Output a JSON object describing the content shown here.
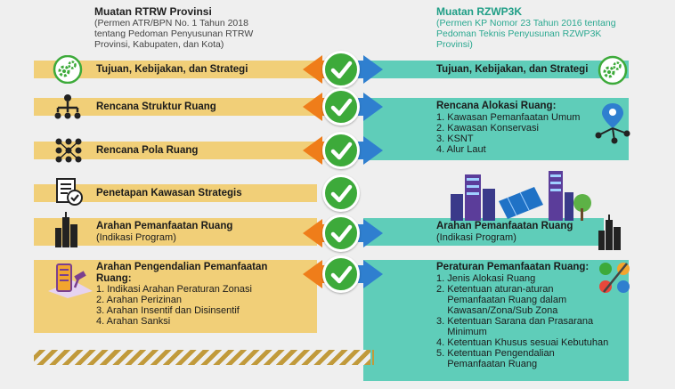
{
  "left_header": {
    "title": "Muatan RTRW Provinsi",
    "sub1": "(Permen ATR/BPN No. 1 Tahun 2018",
    "sub2": "tentang Pedoman Penyusunan RTRW",
    "sub3": "Provinsi, Kabupaten, dan Kota)"
  },
  "right_header": {
    "title": "Muatan RZWP3K",
    "sub1": "(Permen KP Nomor 23 Tahun 2016 tentang",
    "sub2": "Pedoman Teknis Penyusunan RZWP3K",
    "sub3": "Provinsi)"
  },
  "left": {
    "r1": "Tujuan, Kebijakan, dan Strategi",
    "r2": "Rencana Struktur Ruang",
    "r3": "Rencana Pola Ruang",
    "r4": "Penetapan Kawasan Strategis",
    "r5_title": "Arahan Pemanfaatan Ruang",
    "r5_sub": "(Indikasi Program)",
    "r6_title1": "Arahan Pengendalian Pemanfaatan",
    "r6_title2": "Ruang:",
    "r6_items": [
      "1. Indikasi Arahan Peraturan Zonasi",
      "2. Arahan Perizinan",
      "3. Arahan Insentif dan Disinsentif",
      "4. Arahan Sanksi"
    ]
  },
  "right": {
    "r1": "Tujuan, Kebijakan, dan Strategi",
    "r2_title": "Rencana Alokasi Ruang:",
    "r2_items": [
      "1. Kawasan Pemanfaatan Umum",
      "2. Kawasan Konservasi",
      "3. KSNT",
      "4. Alur Laut"
    ],
    "r5_title": "Arahan Pemanfaatan Ruang",
    "r5_sub": "(Indikasi Program)",
    "r6_title": "Peraturan Pemanfaatan Ruang:",
    "r6_items": [
      "1. Jenis Alokasi Ruang",
      "2. Ketentuan aturan-aturan",
      "    Pemanfaatan Ruang dalam",
      "    Kawasan/Zona/Sub Zona",
      "3. Ketentuan Sarana dan Prasarana",
      "    Minimum",
      "4. Ketentuan Khusus sesuai Kebutuhan",
      "5. Ketentuan Pengendalian",
      "    Pemanfaatan Ruang"
    ]
  },
  "colors": {
    "left_fill": "#f1cf78",
    "right_fill": "#5fcdb9",
    "check_green": "#3daa3a",
    "arrow_orange": "#ef7d1a",
    "arrow_blue": "#2f7fcf",
    "header_green": "#1f9e86"
  },
  "icons": [
    "gears-icon",
    "hierarchy-icon",
    "dots-grid-icon",
    "checklist-document-icon",
    "city-skyline-icon",
    "server-gavel-icon",
    "location-network-icon",
    "smart-city-icon",
    "tools-circle-icon"
  ]
}
